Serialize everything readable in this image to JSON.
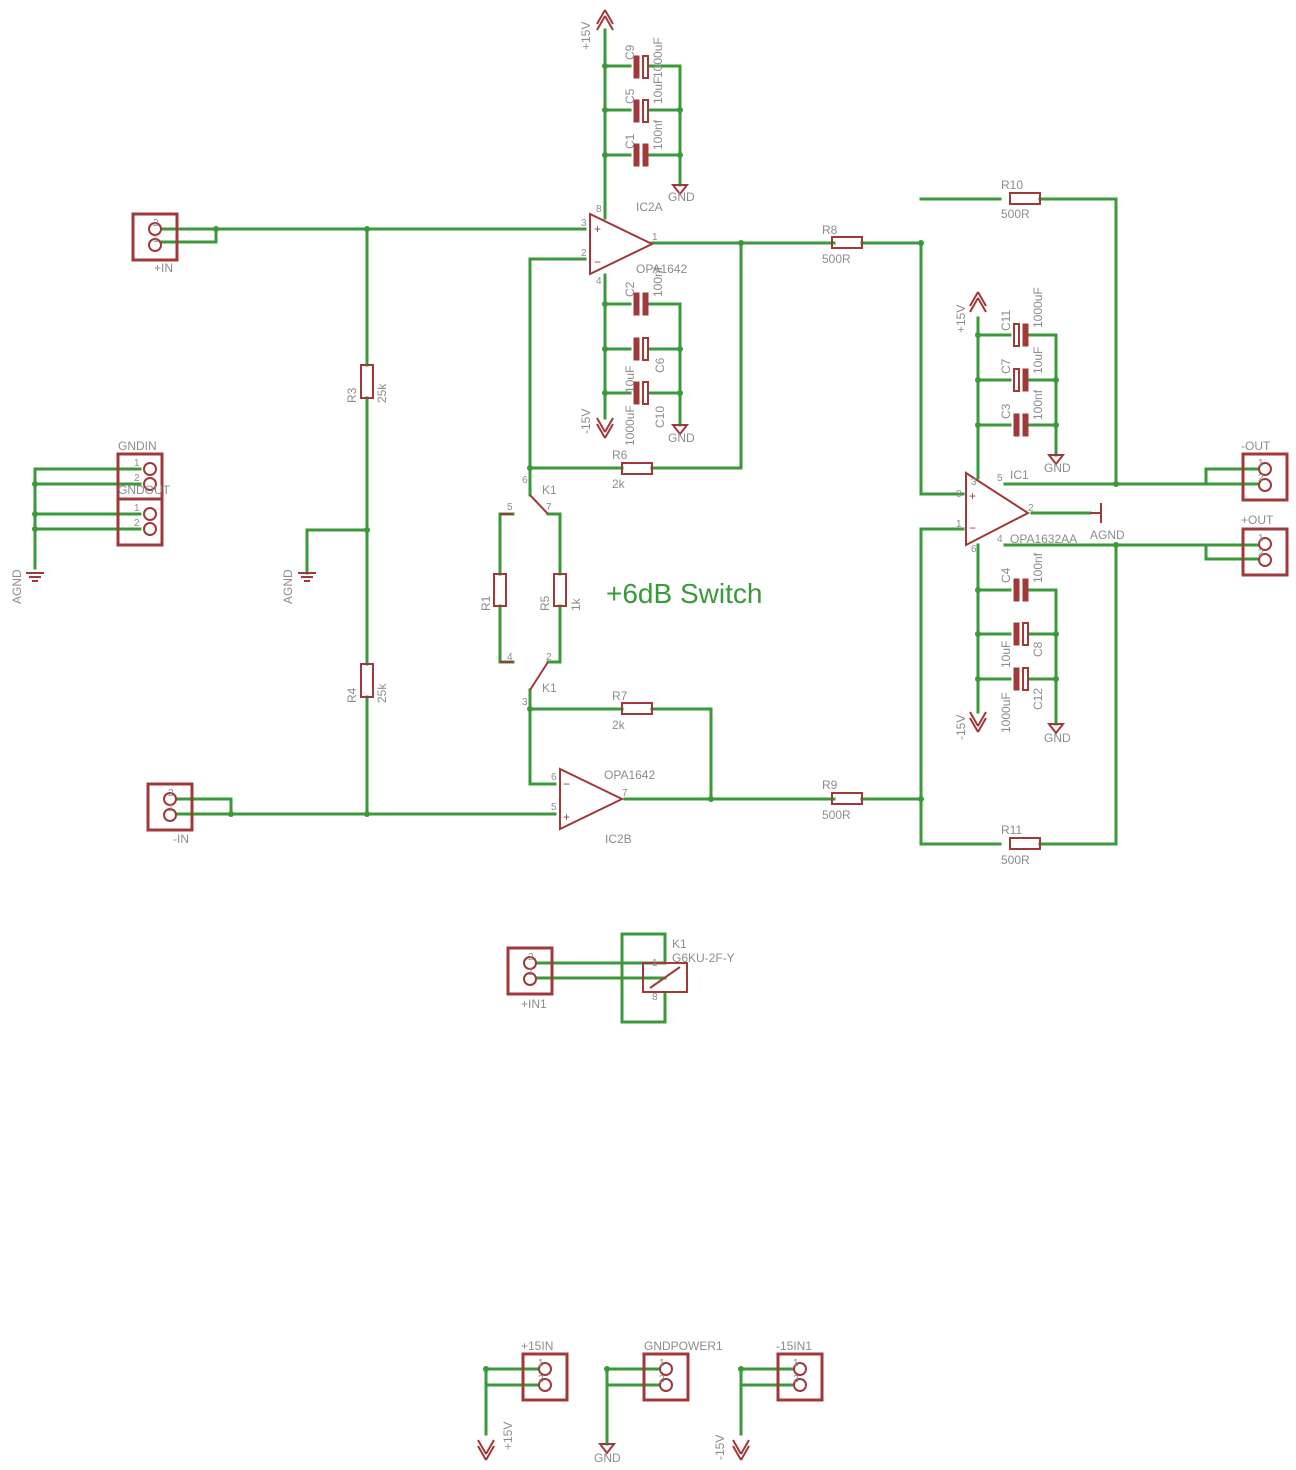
{
  "title": "+6dB Switch",
  "rails": {
    "pos": "+15V",
    "neg": "-15V",
    "gnd": "GND",
    "agnd": "AGND"
  },
  "connectors": {
    "in_pos": "+IN",
    "in_neg": "-IN",
    "gndin": "GNDIN",
    "gndout": "GNDOUT",
    "out_neg": "-OUT",
    "out_pos": "+OUT",
    "in1": "+IN1",
    "p15": "+15IN",
    "gndpower": "GNDPOWER1",
    "n15": "-15IN1"
  },
  "ic": {
    "ic2a": "IC2A",
    "ic2b": "IC2B",
    "ic2a_part": "OPA1642",
    "ic2b_part": "OPA1642",
    "ic1": "IC1",
    "ic1_part": "OPA1632AA"
  },
  "resistors": {
    "r1": "R1",
    "r3": "R3",
    "r3v": "25k",
    "r4": "R4",
    "r4v": "25k",
    "r5": "R5",
    "r5v": "1k",
    "r6": "R6",
    "r6v": "2k",
    "r7": "R7",
    "r7v": "2k",
    "r8": "R8",
    "r8v": "500R",
    "r9": "R9",
    "r9v": "500R",
    "r10": "R10",
    "r10v": "500R",
    "r11": "R11",
    "r11v": "500R"
  },
  "capacitors": {
    "c1": "C1",
    "c1v": "100nf",
    "c2": "C2",
    "c2v": "100nf",
    "c3": "C3",
    "c3v": "100nf",
    "c4": "C4",
    "c4v": "100nf",
    "c5": "C5",
    "c5v": "10uF",
    "c6": "C6",
    "c6v": "10uF",
    "c7": "C7",
    "c7v": "10uF",
    "c8": "C8",
    "c8v": "10uF",
    "c9": "C9",
    "c9v": "1000uF",
    "c10": "C10",
    "c10v": "1000uF",
    "c11": "C11",
    "c11v": "1000uF",
    "c12": "C12",
    "c12v": "1000uF"
  },
  "relay": {
    "name": "K1",
    "part": "G6KU-2F-Y"
  },
  "pins": {
    "p1": "1",
    "p2": "2",
    "p3": "3",
    "p4": "4",
    "p5": "5",
    "p6": "6",
    "p7": "7",
    "p8": "8"
  }
}
